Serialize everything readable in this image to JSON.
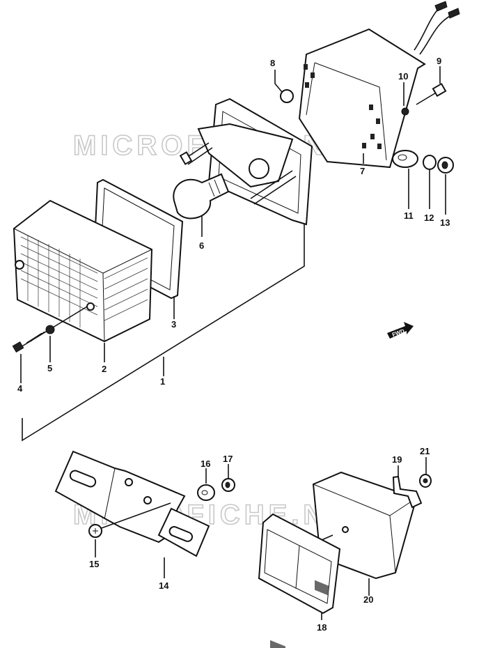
{
  "watermarks": [
    "MICROFICHE.NET",
    "MICROFICHE.NET"
  ],
  "fwd_badge": "FWD",
  "callouts": [
    {
      "id": "c1",
      "text": "1"
    },
    {
      "id": "c2",
      "text": "2"
    },
    {
      "id": "c3",
      "text": "3"
    },
    {
      "id": "c4",
      "text": "4"
    },
    {
      "id": "c5",
      "text": "5"
    },
    {
      "id": "c6",
      "text": "6"
    },
    {
      "id": "c7",
      "text": "7"
    },
    {
      "id": "c8",
      "text": "8"
    },
    {
      "id": "c9",
      "text": "9"
    },
    {
      "id": "c10",
      "text": "10"
    },
    {
      "id": "c11",
      "text": "11"
    },
    {
      "id": "c12",
      "text": "12"
    },
    {
      "id": "c13",
      "text": "13"
    },
    {
      "id": "c14",
      "text": "14"
    },
    {
      "id": "c15",
      "text": "15"
    },
    {
      "id": "c16",
      "text": "16"
    },
    {
      "id": "c17",
      "text": "17"
    },
    {
      "id": "c18",
      "text": "18"
    },
    {
      "id": "c19",
      "text": "19"
    },
    {
      "id": "c20",
      "text": "20"
    },
    {
      "id": "c21",
      "text": "21"
    }
  ]
}
